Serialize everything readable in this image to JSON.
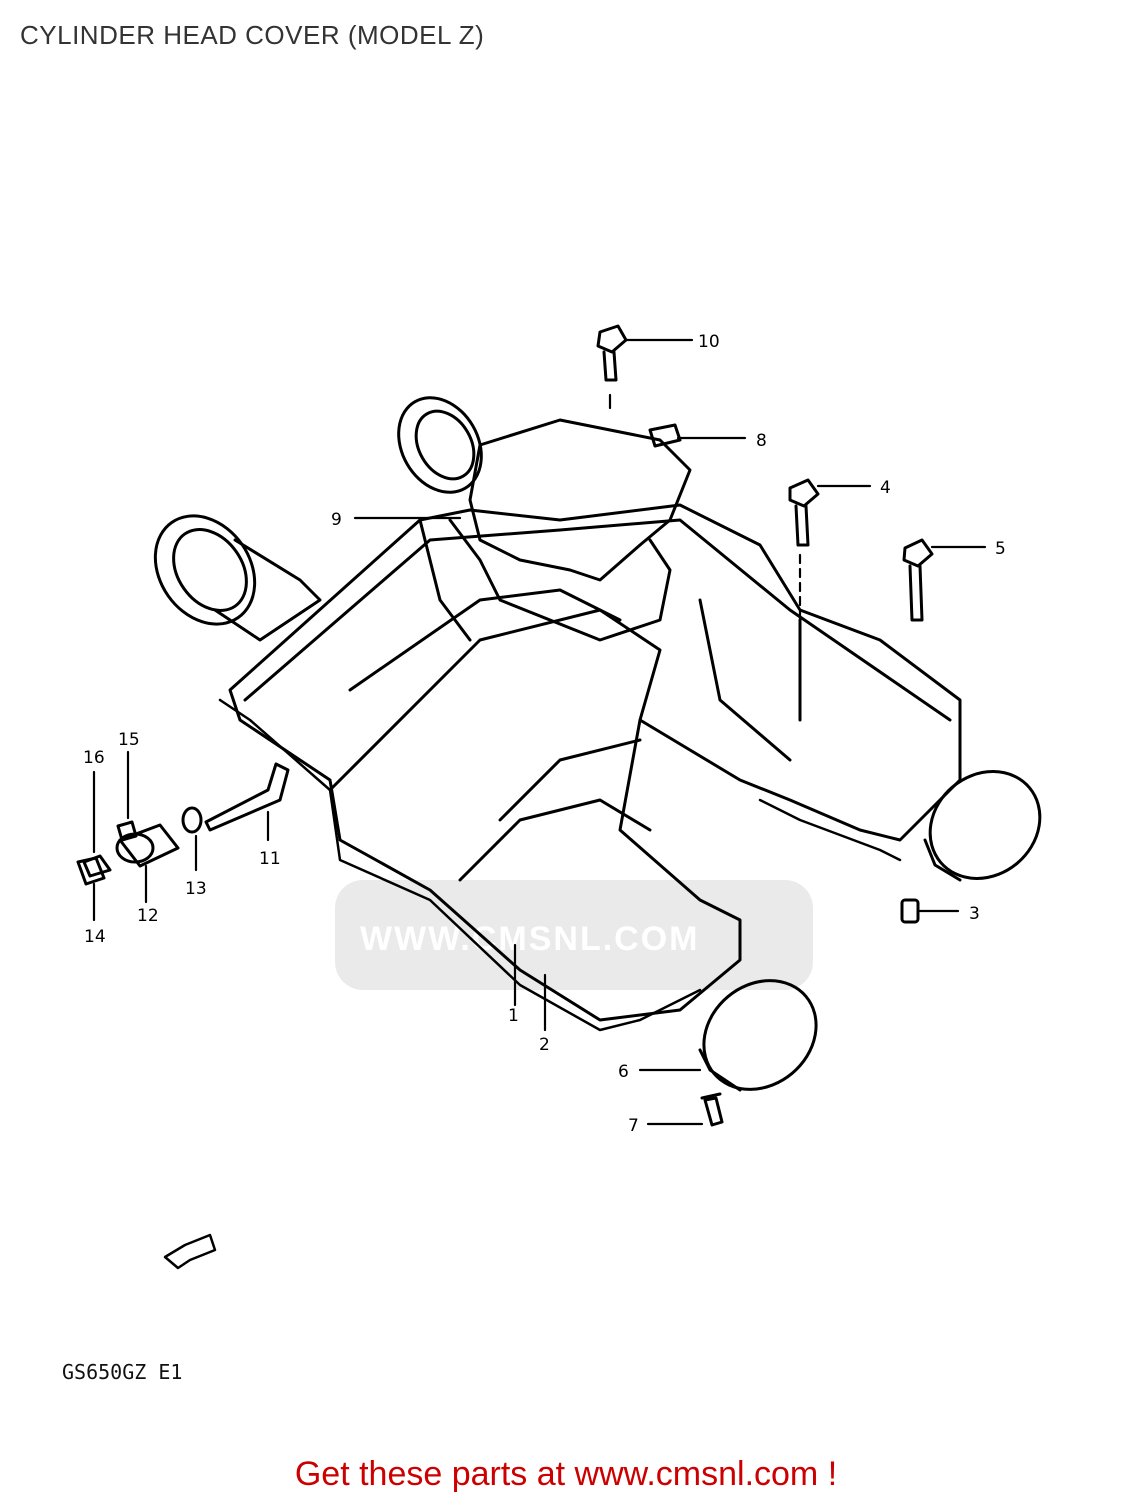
{
  "header": {
    "title": "CYLINDER HEAD COVER (MODEL Z)"
  },
  "callouts": {
    "c1": "1",
    "c2": "2",
    "c3": "3",
    "c4": "4",
    "c5": "5",
    "c6": "6",
    "c7": "7",
    "c8": "8",
    "c9": "9",
    "c10": "10",
    "c11": "11",
    "c12": "12",
    "c13": "13",
    "c14": "14",
    "c15": "15",
    "c16": "16"
  },
  "watermark": {
    "text": "WWW.CMSNL.COM"
  },
  "model_code": "GS650GZ E1",
  "footer": {
    "text": "Get these parts at www.cmsnl.com !"
  },
  "colors": {
    "footer": "#cc0000",
    "line": "#000000"
  }
}
